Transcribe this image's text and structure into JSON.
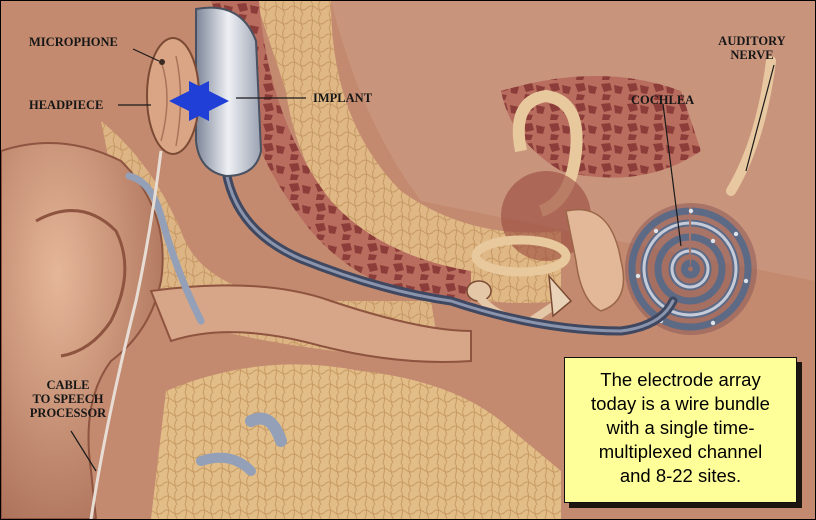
{
  "labels": {
    "microphone": "MICROPHONE",
    "headpiece": "HEADPIECE",
    "implant": "IMPLANT",
    "auditory_nerve": [
      "AUDITORY",
      "NERVE"
    ],
    "cochlea": "COCHLEA",
    "cable": [
      "CABLE",
      "TO SPEECH",
      "PROCESSOR"
    ]
  },
  "callout": {
    "lines": [
      "The electrode array",
      "today is a wire bundle",
      "with a single time-",
      "multiplexed channel",
      "and 8-22 sites."
    ],
    "background": "#ffff99"
  },
  "colors": {
    "link_arrow": "#1f3fd6",
    "tissue": "#c79479",
    "bone": "#e2bd88",
    "muscle": "#a5534c",
    "electrode": "#5d6a86"
  },
  "icons": {
    "link_arrow": "double-headed-arrow-icon"
  }
}
